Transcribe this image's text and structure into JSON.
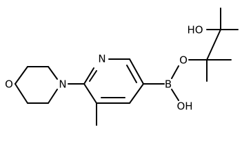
{
  "atoms": {
    "ring_oxygen": "O",
    "morpholine_nitrogen": "N",
    "pyridine_nitrogen": "N",
    "boron": "B",
    "ester_oxygen": "O",
    "boron_hydroxyl": "OH",
    "pinacol_hydroxyl": "HO"
  }
}
